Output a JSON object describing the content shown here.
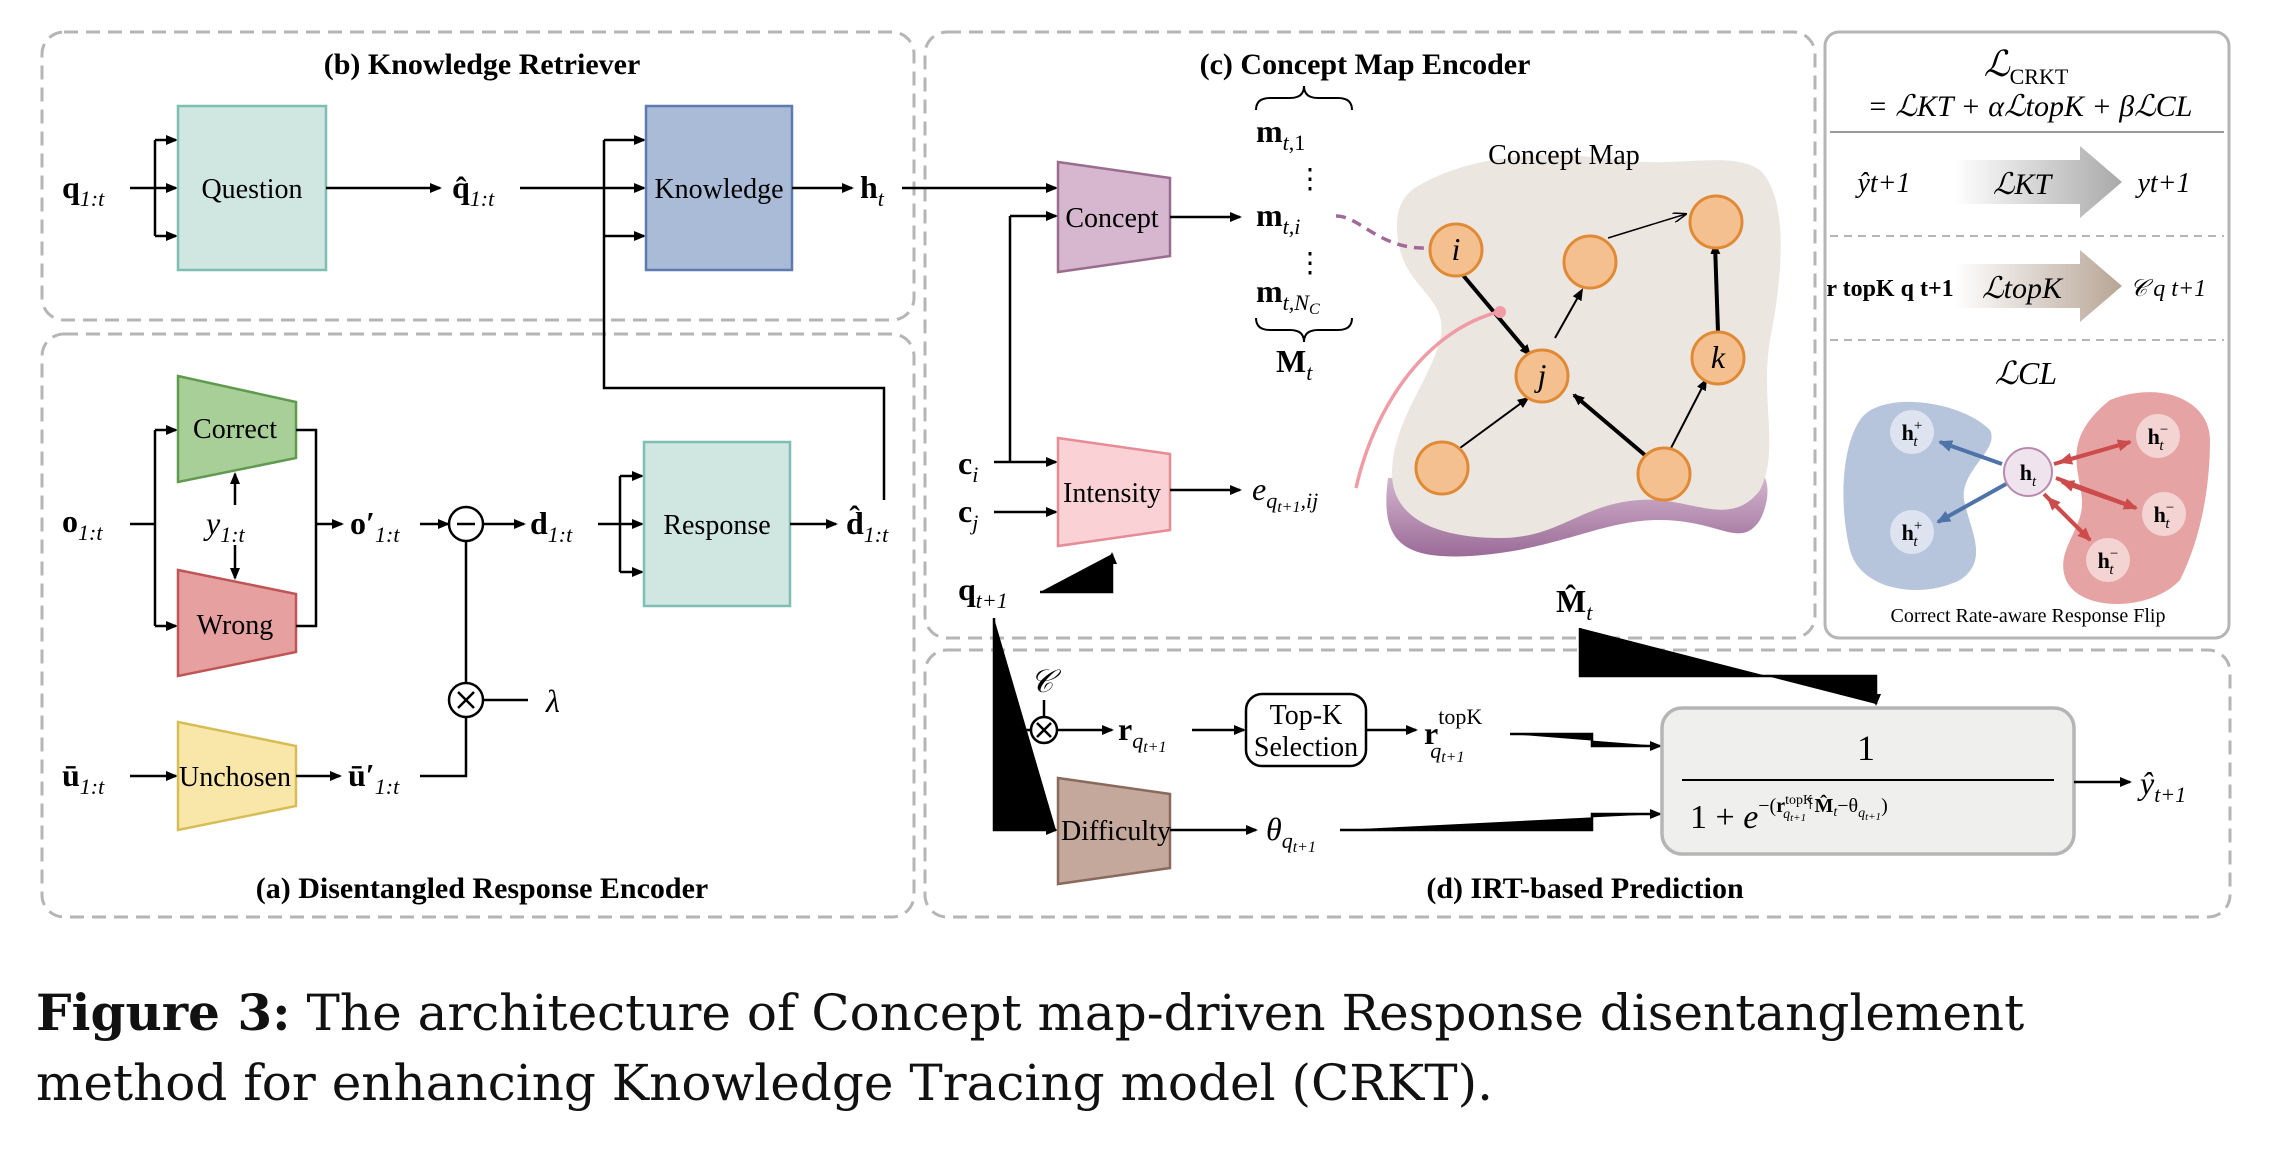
{
  "panels": {
    "knowledge_retriever": "(b) Knowledge Retriever",
    "concept_map_encoder": "(c) Concept Map Encoder",
    "disentangled_response_encoder": "(a) Disentangled Response Encoder",
    "irt_prediction": "(d) IRT-based Prediction"
  },
  "blocks": {
    "question": "Question",
    "knowledge": "Knowledge",
    "correct": "Correct",
    "wrong": "Wrong",
    "unchosen": "Unchosen",
    "response": "Response",
    "concept": "Concept",
    "intensity": "Intensity",
    "difficulty": "Difficulty",
    "topk_line1": "Top-K",
    "topk_line2": "Selection"
  },
  "concept_map": {
    "title": "Concept Map",
    "node_i": "i",
    "node_j": "j",
    "node_k": "k"
  },
  "losses": {
    "crkt_name": "ℒ",
    "crkt_sub": "CRKT",
    "crkt_formula": "= ℒKT + αℒtopK + βℒCL",
    "kt_left": "ŷt+1",
    "kt_label": "ℒKT",
    "kt_right": "yt+1",
    "topk_left": "r topK q t+1",
    "topk_label": "ℒtopK",
    "topk_right": "𝒞 q t+1",
    "cl_label": "ℒCL",
    "cl_caption": "Correct Rate-aware Response Flip"
  },
  "caption": {
    "figure_label": "Figure 3:",
    "line1": "The architecture of Concept map-driven Response disentanglement",
    "line2": "method for enhancing Knowledge Tracing model (CRKT)."
  },
  "colors": {
    "teal_fill": "#cfe6e1",
    "teal_stroke": "#7fbfb3",
    "blue_fill": "#a9bbd6",
    "blue_stroke": "#5d7bb0",
    "green_fill": "#a8cf98",
    "green_stroke": "#5f9a4f",
    "red_fill": "#e6a0a0",
    "red_stroke": "#c05555",
    "yellow_fill": "#f8e7a8",
    "yellow_stroke": "#d6bd55",
    "purple_fill": "#d6b7cf",
    "purple_stroke": "#9a6d8f",
    "pink_fill": "#fad1d5",
    "pink_stroke": "#e58c97",
    "brown_fill": "#c4a89b",
    "brown_stroke": "#8a6a5c",
    "node_fill": "#f5c08f",
    "node_stroke": "#e08a36",
    "map_fill": "#ece6e1",
    "panel_border": "#b5b5b5"
  }
}
